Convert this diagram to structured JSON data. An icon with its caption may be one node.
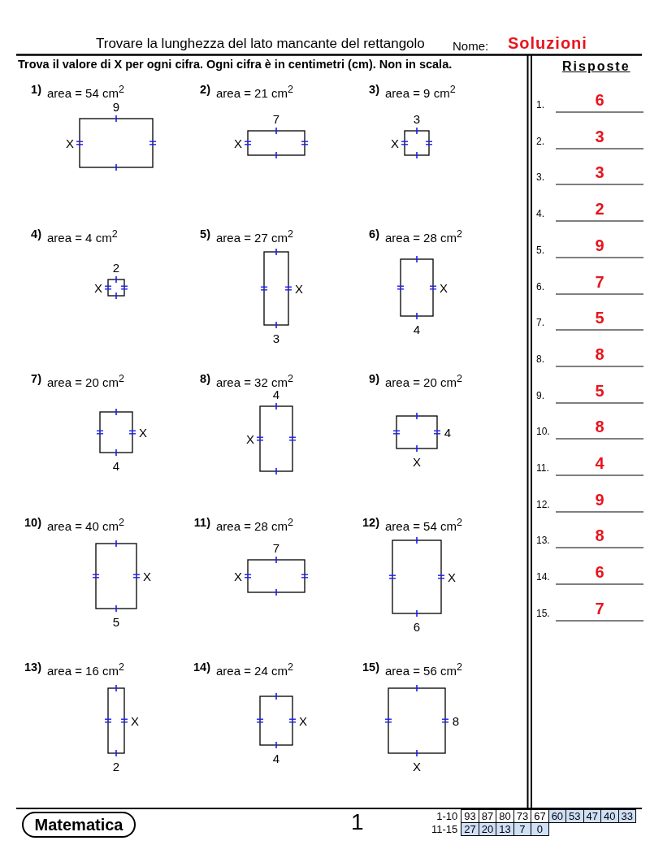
{
  "diagram": {
    "title": "Trovare la lunghezza del lato mancante del rettangolo",
    "labels": [
      "Nome:",
      "Soluzioni",
      "Trova il valore di X per ogni cifra. Ogni cifra è in centimetri (cm). Non in scala.",
      "Risposte",
      "1)",
      "area = 54 cm$^{2}$",
      "9",
      "X",
      "2)",
      "area = 21 cm$^{2}$",
      "7",
      "X",
      "3)",
      "area = 9 cm$^{2}$",
      "3",
      "X",
      "4)",
      "area = 4 cm$^{2}$",
      "2",
      "X",
      "5)",
      "area = 27 cm$^{2}$",
      "X",
      "3",
      "6)",
      "area = 28 cm$^{2}$",
      "X",
      "4",
      "7)",
      "area = 20 cm$^{2}$",
      "X",
      "4",
      "8)",
      "area = 32 cm$^{2}$",
      "4",
      "X",
      "9)",
      "area = 20 cm$^{2}$",
      "4",
      "X",
      "10)",
      "area = 40 cm$^{2}$",
      "X",
      "5",
      "11)",
      "area = 28 cm$^{2}$",
      "7",
      "X",
      "12)",
      "area = 54 cm$^{2}$",
      "X",
      "6",
      "13)",
      "area = 16 cm$^{2}$",
      "X",
      "2",
      "14)",
      "area = 24 cm$^{2}$",
      "X",
      "4",
      "15)",
      "area = 56 cm$^{2}$",
      "8",
      "X",
      "1.",
      "6",
      "2.",
      "3",
      "3.",
      "3",
      "4.",
      "2",
      "5.",
      "9",
      "6.",
      "7",
      "7.",
      "5",
      "8.",
      "8",
      "9.",
      "5",
      "10.",
      "8",
      "11.",
      "4",
      "12.",
      "9",
      "13.",
      "8",
      "14.",
      "6",
      "15.",
      "7",
      "Matematica",
      "1",
      "1-10",
      "93",
      "87",
      "80",
      "73",
      "67",
      "60",
      "53",
      "47",
      "40",
      "33",
      "11-15",
      "27",
      "20",
      "13",
      "7",
      "0"
    ]
  }
}
